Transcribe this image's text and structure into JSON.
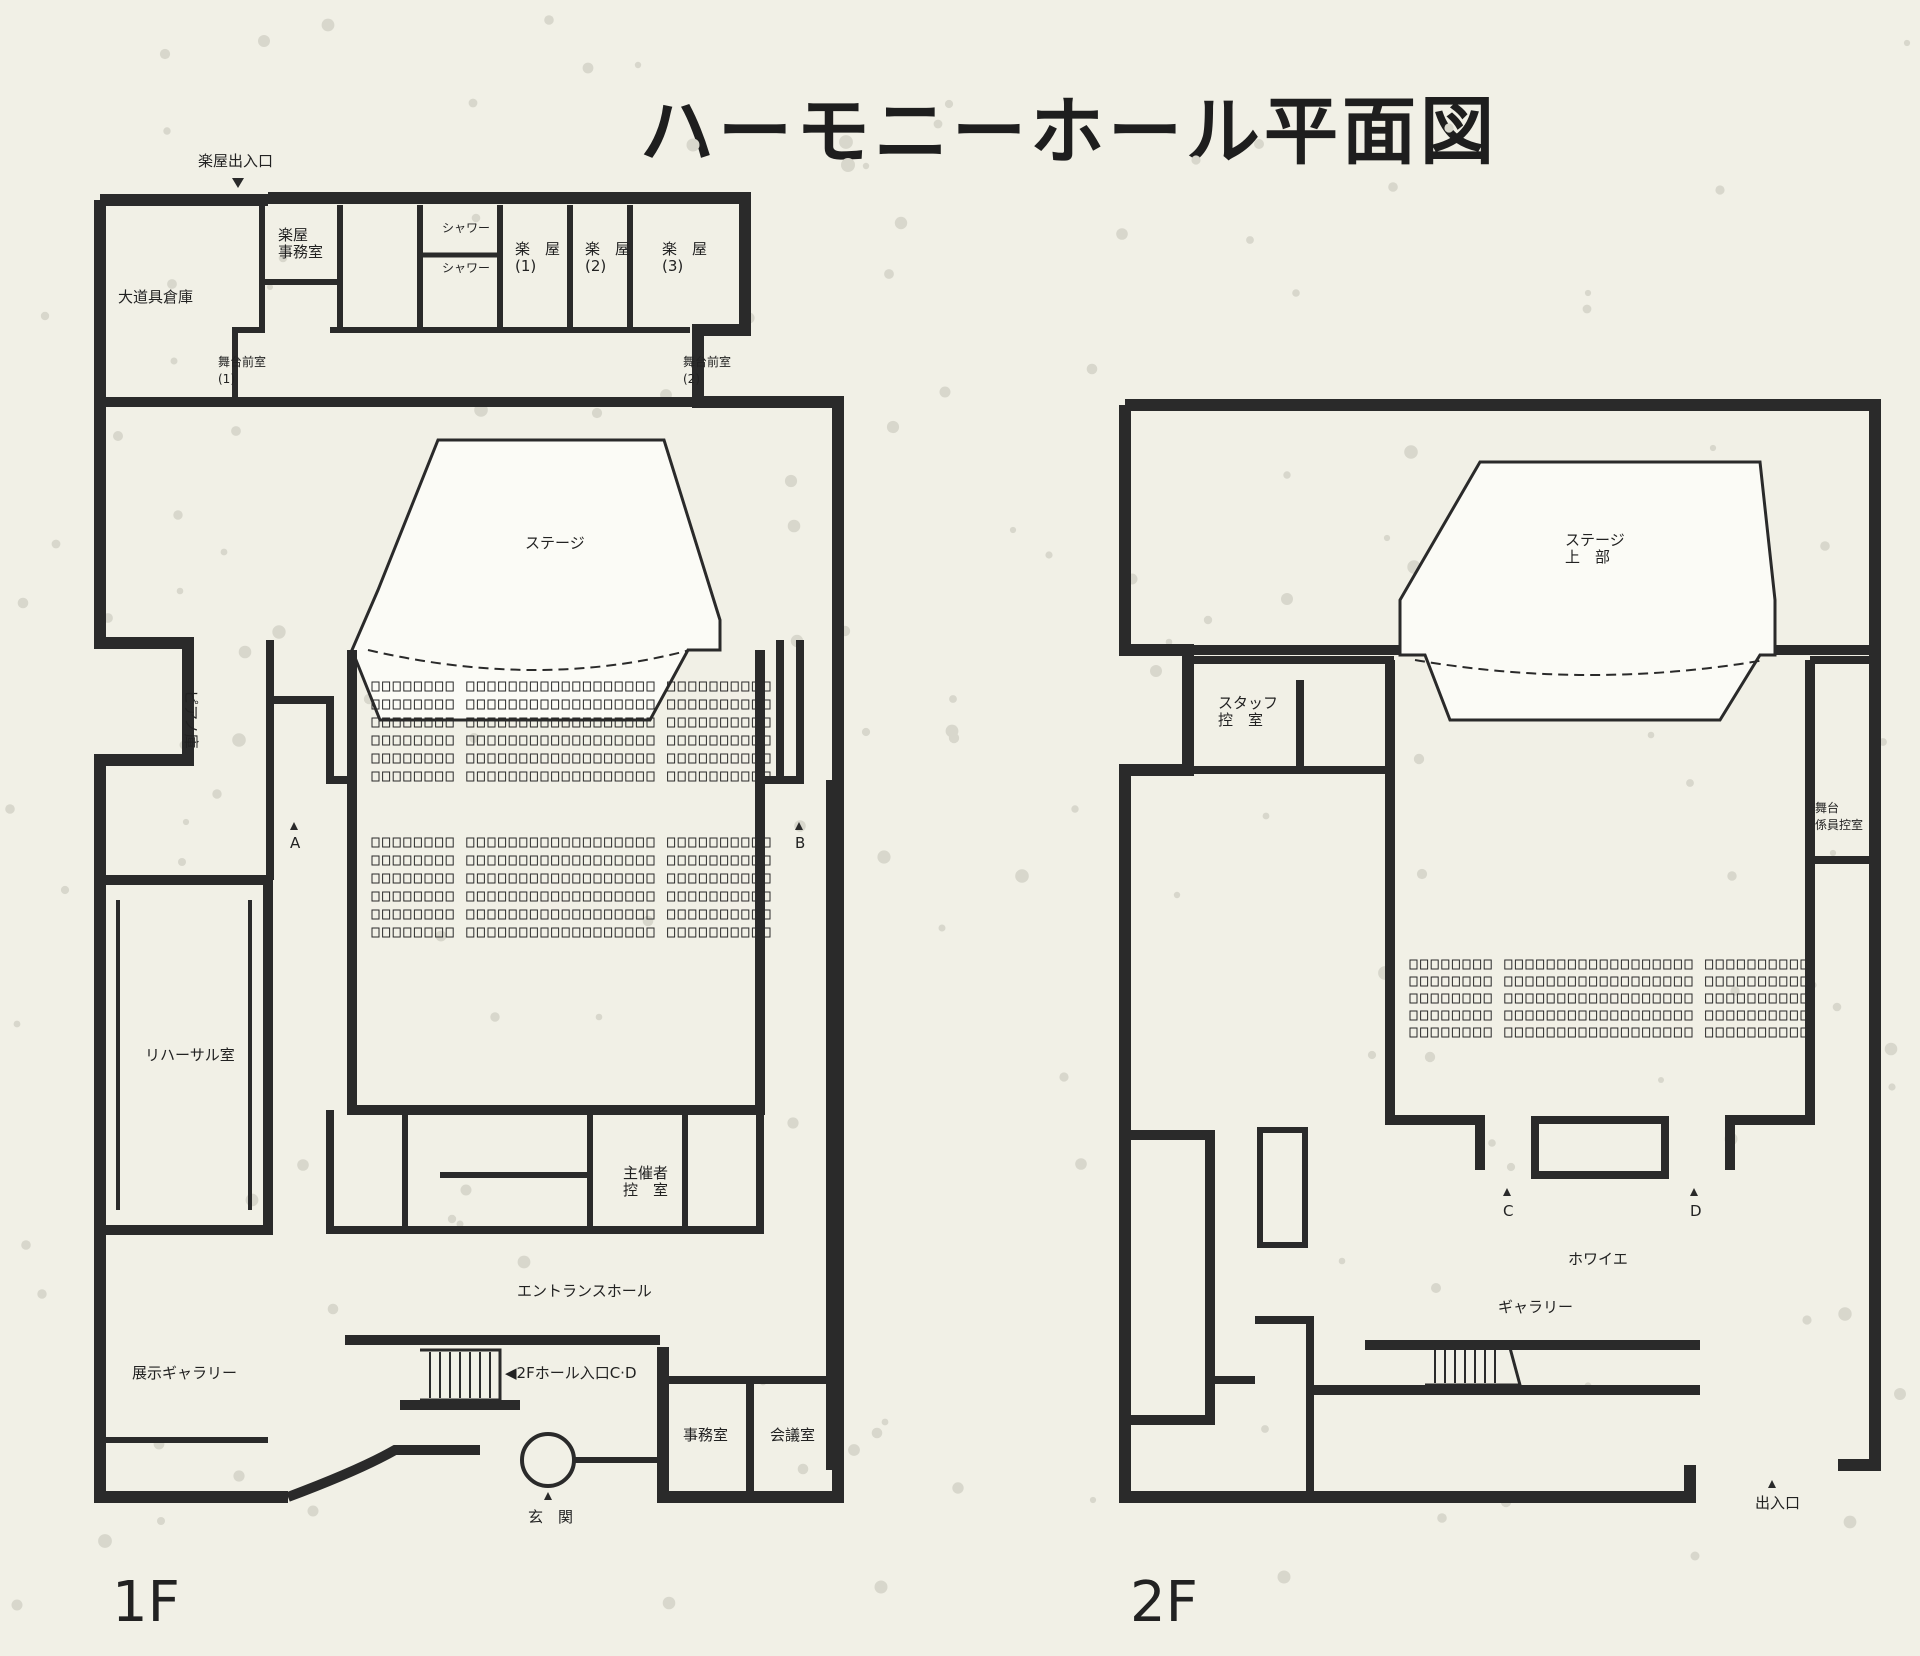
{
  "title": "ハーモニーホール平面図",
  "colors": {
    "paper": "#f1f0e6",
    "ink": "#2a2a2a",
    "fill": "#fbfbf6",
    "dots": "#d8d7cc"
  },
  "floor1": {
    "label": "1F",
    "rooms": {
      "gakuya_entrance": "楽屋出入口",
      "gakuya_office": "楽屋\n事務室",
      "shower1": "シャワー",
      "shower2": "シャワー",
      "gakuya1": "楽　屋\n(1)",
      "gakuya2": "楽　屋\n(2)",
      "gakuya3": "楽　屋\n(3)",
      "prop_storage": "大道具倉庫",
      "stage_front1": "舞台前室\n(1)",
      "stage_front2": "舞台前室\n(2)",
      "stage": "ステージ",
      "piano_storage": "ピアノ庫",
      "entry_a": "A",
      "entry_b": "B",
      "rehearsal": "リハーサル室",
      "organizer": "主催者\n控　室",
      "entrance_hall": "エントランスホール",
      "gallery": "展示ギャラリー",
      "upstairs": "◀2Fホール入口C·D",
      "office": "事務室",
      "meeting": "会議室",
      "main_entrance": "玄　関"
    }
  },
  "floor2": {
    "label": "2F",
    "rooms": {
      "stage_upper": "ステージ\n上　部",
      "staff_room": "スタッフ\n控　室",
      "stage_staff": "舞台\n係員控室",
      "entry_c": "C",
      "entry_d": "D",
      "foyer": "ホワイエ",
      "gallery": "ギャラリー",
      "exit": "出入口"
    }
  }
}
